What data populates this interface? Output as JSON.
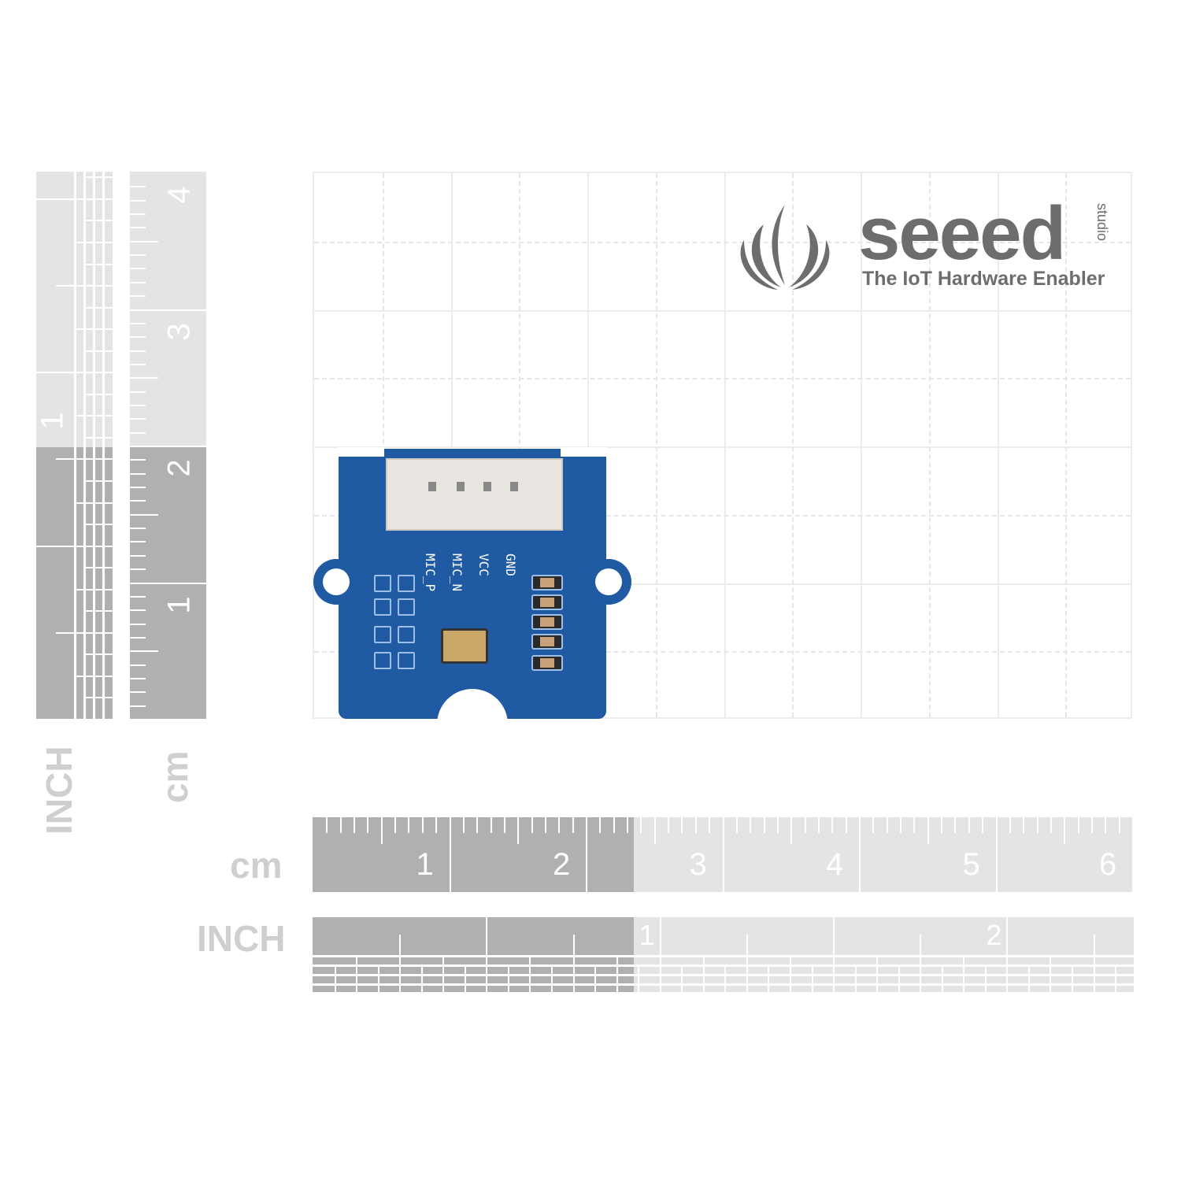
{
  "logo": {
    "brand": "seeed",
    "sub": "studio",
    "tagline": "The IoT Hardware Enabler"
  },
  "board": {
    "pins": [
      "MIC_P",
      "MIC_N",
      "VCC",
      "GND"
    ]
  },
  "rulers": {
    "h_cm": {
      "label": "cm",
      "numbers": [
        "1",
        "2",
        "3",
        "4",
        "5",
        "6"
      ]
    },
    "h_inch": {
      "label": "INCH",
      "numbers": [
        "1",
        "2"
      ]
    },
    "v_cm": {
      "label": "cm",
      "numbers": [
        "1",
        "2",
        "3",
        "4"
      ]
    },
    "v_inch": {
      "label": "INCH",
      "numbers": [
        "1"
      ]
    }
  },
  "colors": {
    "board": "#1f5aa3",
    "ruler_dark": "#b0b0b0",
    "ruler_light": "#e5e4e5",
    "logo": "#6d6d6d"
  }
}
